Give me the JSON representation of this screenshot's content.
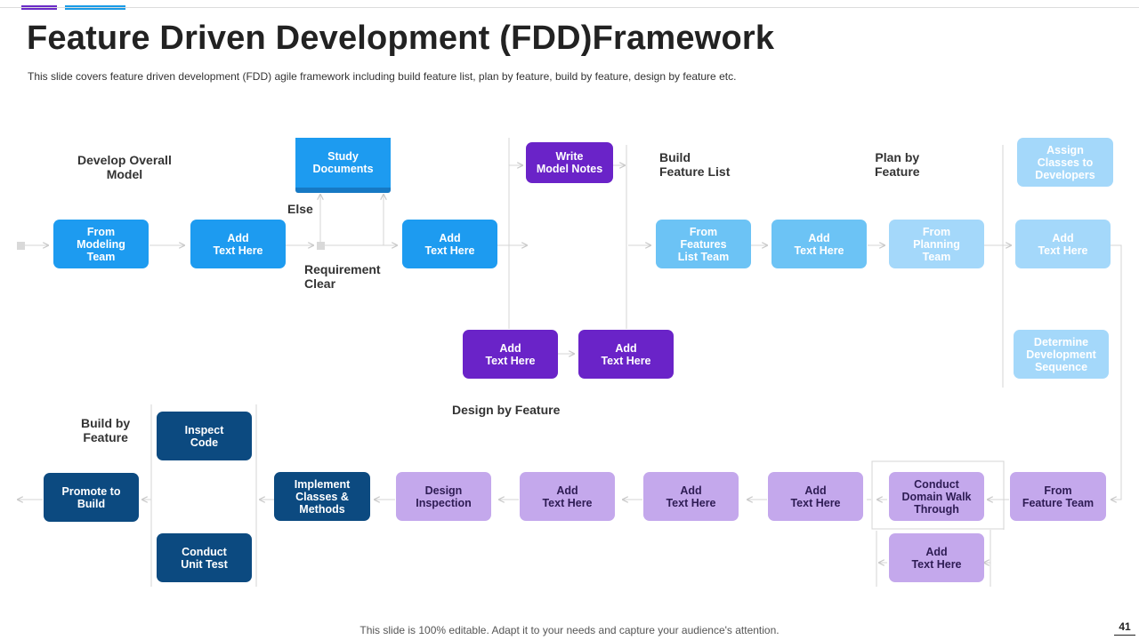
{
  "slide": {
    "title": "Feature Driven Development (FDD)Framework",
    "subtitle": "This slide covers feature driven development (FDD) agile framework including build feature list, plan by feature, build by feature, design by feature etc.",
    "footer": "This slide is 100% editable. Adapt it to your needs and capture your audience's attention.",
    "page_number": "41"
  },
  "colors": {
    "accent_purple": "#6a2bc7",
    "accent_blue": "#1a9be6",
    "blue": "#1d9bf0",
    "purple": "#6a23c8",
    "light_blue": "#6cc3f5",
    "pale_blue": "#a4d8fa",
    "lavender": "#c4a8ec",
    "navy": "#0c4a80"
  },
  "sections": {
    "develop_overall_model": "Develop Overall\nModel",
    "else": "Else",
    "requirement_clear": "Requirement\nClear",
    "build_feature_list": "Build\nFeature List",
    "plan_by_feature": "Plan by\nFeature",
    "design_by_feature": "Design  by Feature",
    "build_by_feature": "Build by\nFeature"
  },
  "boxes": {
    "from_modeling_team": "From\nModeling\nTeam",
    "add_text_1": "Add\nText Here",
    "study_documents": "Study\nDocuments",
    "add_text_2": "Add\nText Here",
    "write_model_notes": "Write\nModel Notes",
    "add_text_purple_1": "Add\nText Here",
    "add_text_purple_2": "Add\nText Here",
    "from_features_list_team": "From\nFeatures\nList Team",
    "add_text_3": "Add\nText Here",
    "from_planning_team": "From\nPlanning\nTeam",
    "assign_classes": "Assign\nClasses to\nDevelopers",
    "add_text_4": "Add\nText Here",
    "determine_sequence": "Determine\nDevelopment\nSequence",
    "from_feature_team": "From\nFeature Team",
    "conduct_domain_walk": "Conduct\nDomain Walk\nThrough",
    "add_text_lav_bottom": "Add\nText Here",
    "add_text_lav_1": "Add\nText Here",
    "add_text_lav_2": "Add\nText Here",
    "add_text_lav_3": "Add\nText Here",
    "design_inspection": "Design\nInspection",
    "implement_classes": "Implement\nClasses &\nMethods",
    "inspect_code": "Inspect\nCode",
    "conduct_unit_test": "Conduct\nUnit Test",
    "promote_to_build": "Promote to\nBuild"
  }
}
